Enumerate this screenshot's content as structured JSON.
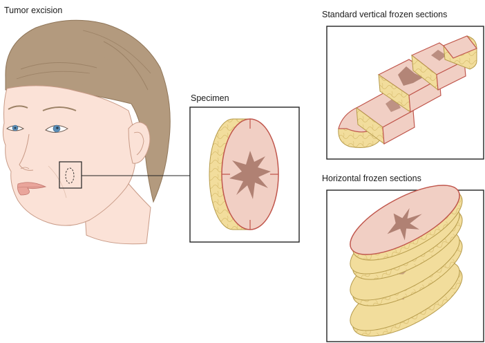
{
  "labels": {
    "tumor_excision": "Tumor excision",
    "specimen": "Specimen",
    "vertical_sections": "Standard vertical frozen sections",
    "horizontal_sections": "Horizontal frozen sections"
  },
  "colors": {
    "skin": "#fbe2d7",
    "skin_outline": "#c89a86",
    "hair": "#b39a7e",
    "hair_shadow": "#9c8266",
    "fat": "#f2dd9c",
    "fat_outline": "#b59a4a",
    "tissue_cut": "#f1cfc4",
    "tumor": "#a8786a",
    "section_edge": "#c0564c",
    "frame": "#222222",
    "iris": "#5b8fb8",
    "lip": "#e9a59b"
  }
}
